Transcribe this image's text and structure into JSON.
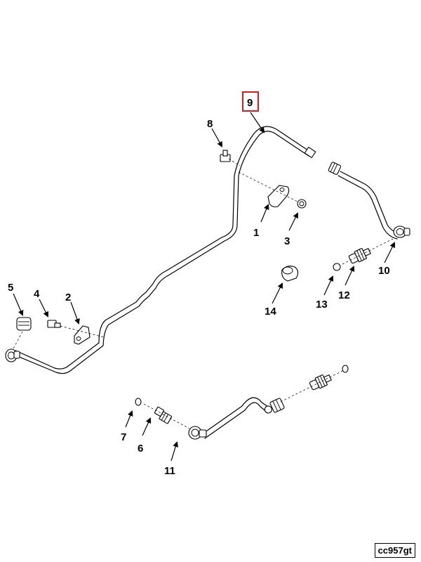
{
  "callouts": {
    "c1": "1",
    "c2": "2",
    "c3": "3",
    "c4": "4",
    "c5": "5",
    "c6": "6",
    "c7": "7",
    "c8": "8",
    "c9": "9",
    "c10": "10",
    "c11": "11",
    "c12": "12",
    "c13": "13",
    "c14": "14"
  },
  "highlighted_callout": "9",
  "highlight_color": "#e01b1b",
  "reference_code": "cc957gt"
}
